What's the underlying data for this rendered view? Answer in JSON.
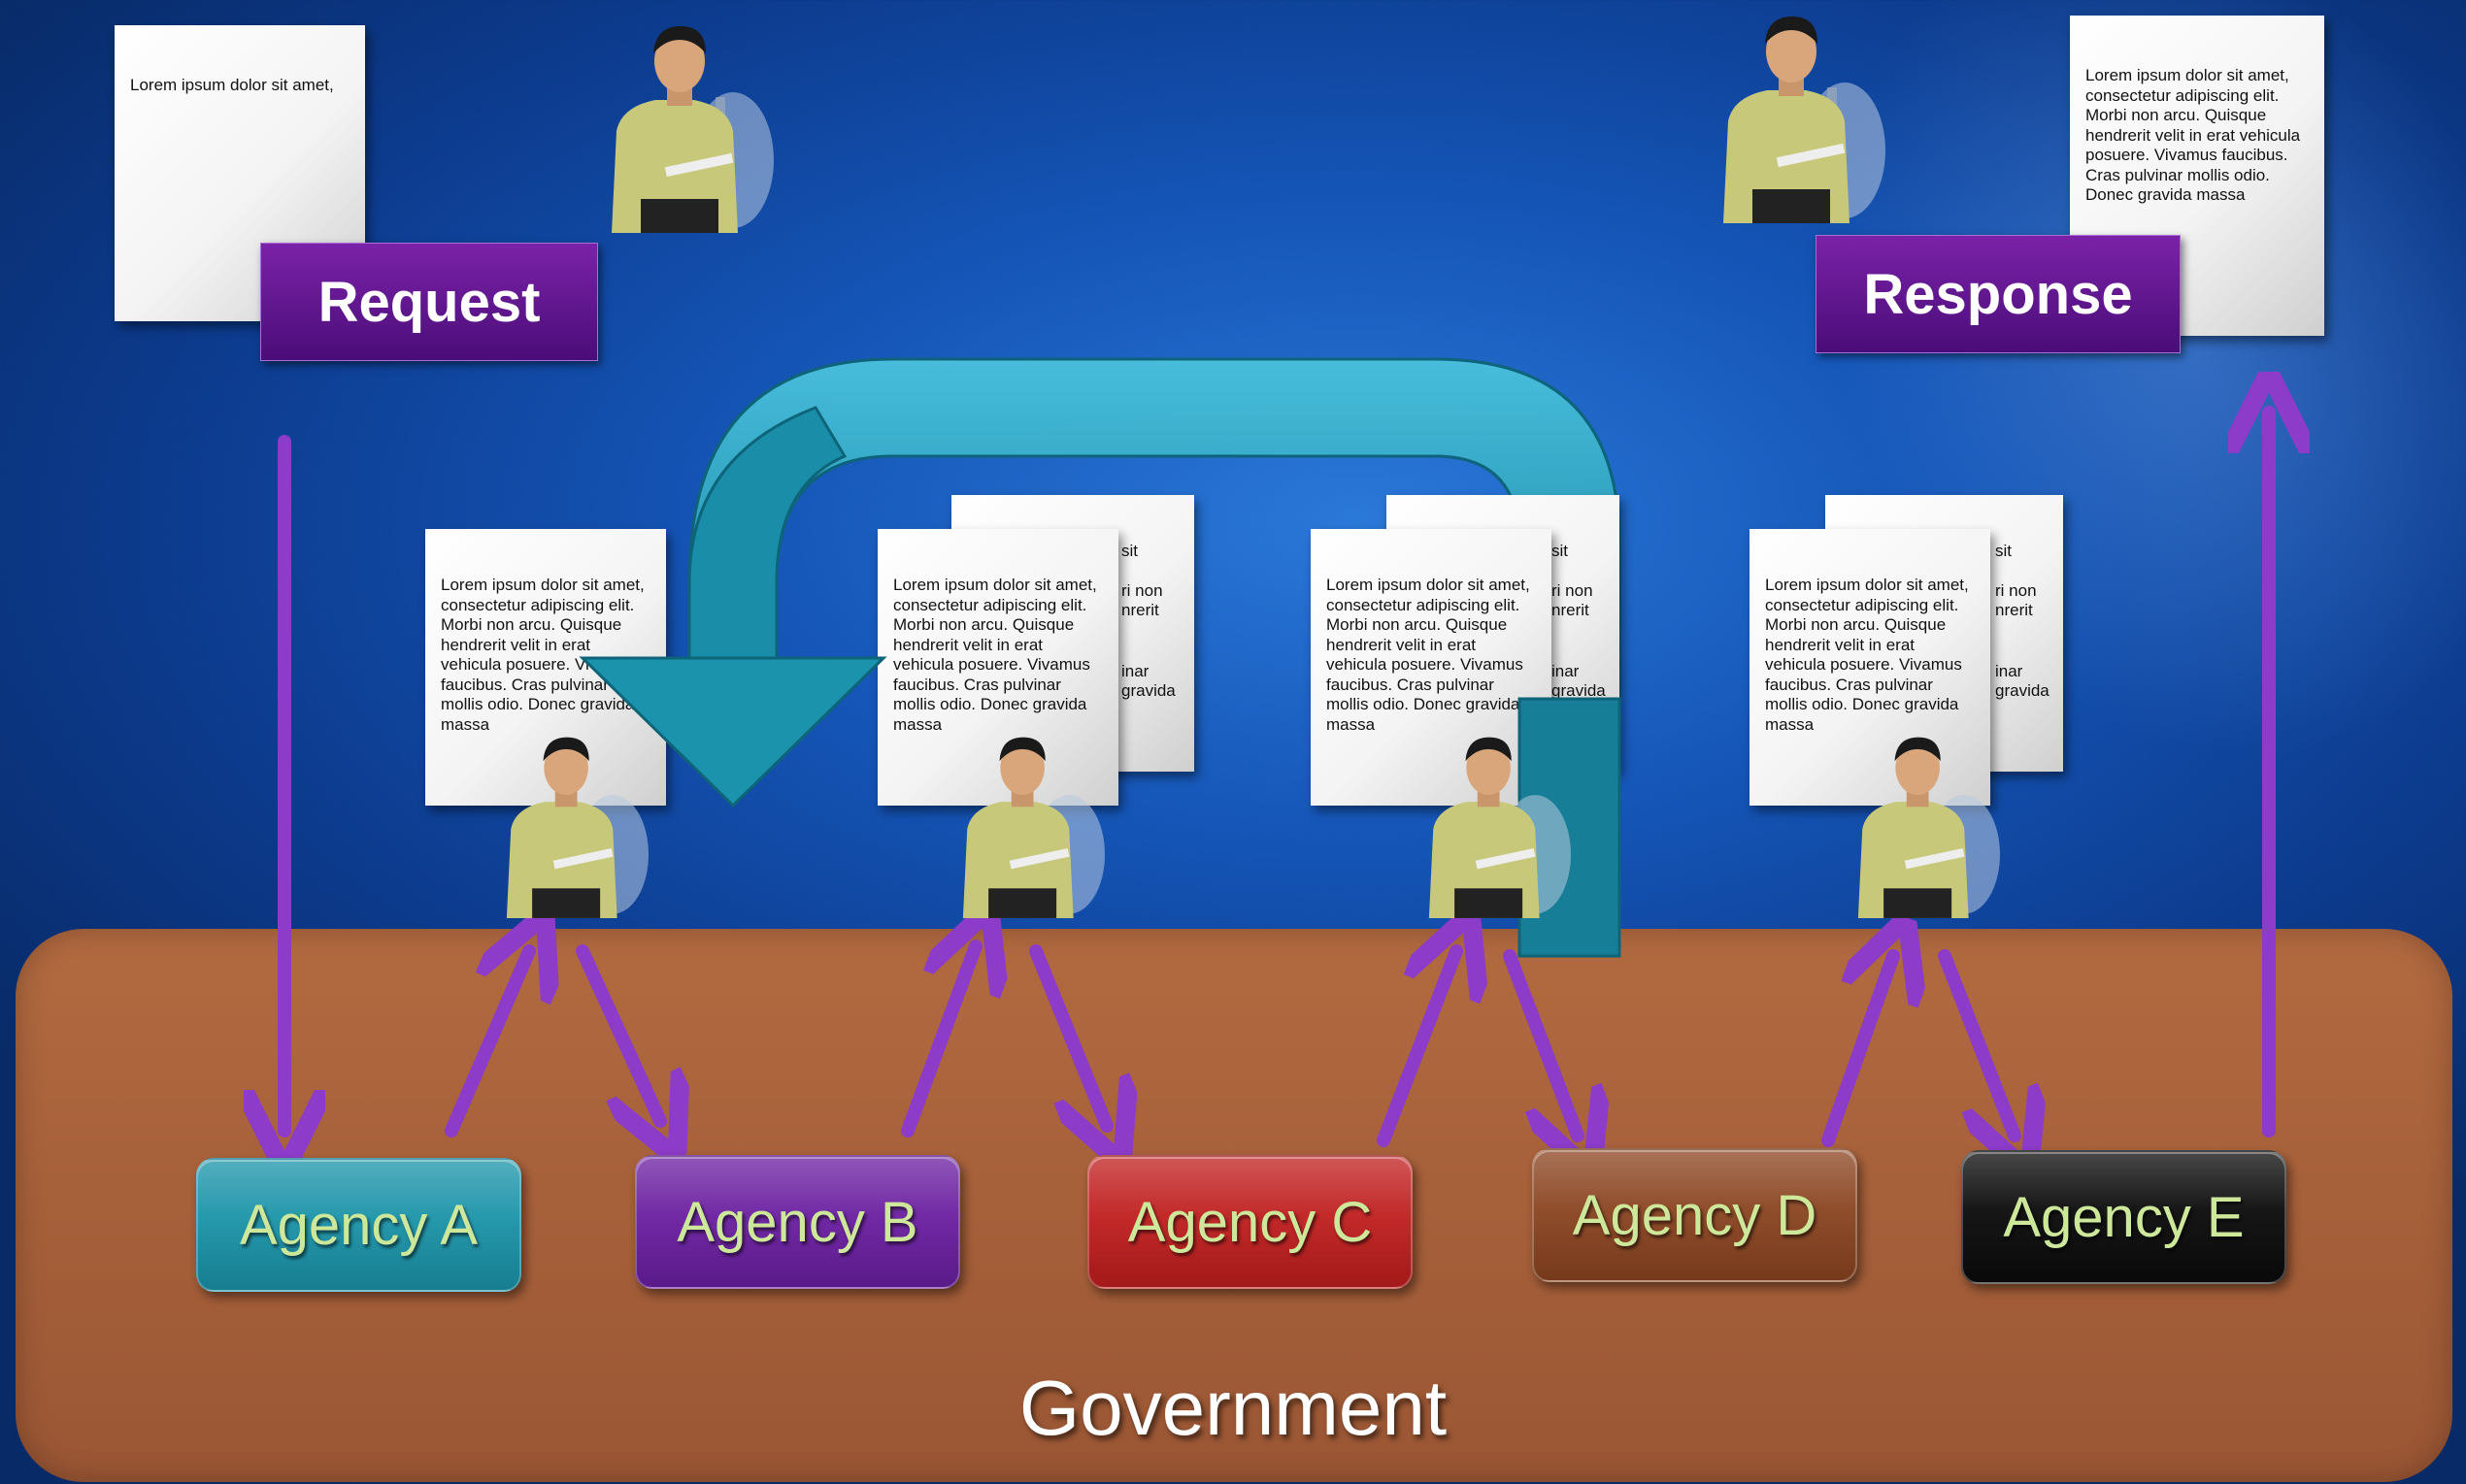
{
  "request_doc": {
    "text": "Lorem ipsum dolor sit amet,"
  },
  "request_label": "Request",
  "response_doc": {
    "text": "Lorem ipsum dolor sit amet, consectetur adipiscing elit. Morbi non arcu. Quisque hendrerit velit in erat vehicula posuere. Vivamus faucibus. Cras pulvinar mollis odio. Donec gravida massa"
  },
  "response_label": "Response",
  "agency_docs": [
    {
      "text": "Lorem ipsum dolor sit amet, consectetur adipiscing elit. Morbi non arcu. Quisque hendrerit velit in erat vehicula posuere. Vivamus faucibus. Cras pulvinar mollis odio. Donec gravida massa"
    },
    {
      "text": "Lorem ipsum dolor sit amet, consectetur adipiscing elit. Morbi non arcu. Quisque hendrerit velit in erat vehicula posuere. Vivamus faucibus. Cras pulvinar mollis odio. Donec gravida massa"
    },
    {
      "text": "Lorem ipsum dolor sit amet, consectetur adipiscing elit. Morbi non arcu. Quisque hendrerit velit in erat vehicula posuere. Vivamus faucibus. Cras pulvinar mollis odio. Donec gravida massa"
    },
    {
      "text": "Lorem ipsum dolor sit amet, consectetur adipiscing elit. Morbi non arcu. Quisque hendrerit velit in erat vehicula posuere. Vivamus faucibus. Cras pulvinar mollis odio. Donec gravida massa"
    }
  ],
  "back_doc_fragments": [
    "sit",
    "ri non",
    "nrerit",
    "inar",
    "gravida"
  ],
  "agencies": [
    {
      "label": "Agency A",
      "color": "#1a93a8"
    },
    {
      "label": "Agency B",
      "color": "#6a1ea0"
    },
    {
      "label": "Agency C",
      "color": "#c01e1e"
    },
    {
      "label": "Agency D",
      "color": "#8a4420"
    },
    {
      "label": "Agency E",
      "color": "#0a0a0a"
    }
  ],
  "government_label": "Government",
  "colors": {
    "arrow": "#8c3cc8",
    "loop_arrow": "#1a8ea8",
    "government": "#a6603a"
  },
  "icons": [
    "person-with-clipboard-icon",
    "document-icon"
  ]
}
